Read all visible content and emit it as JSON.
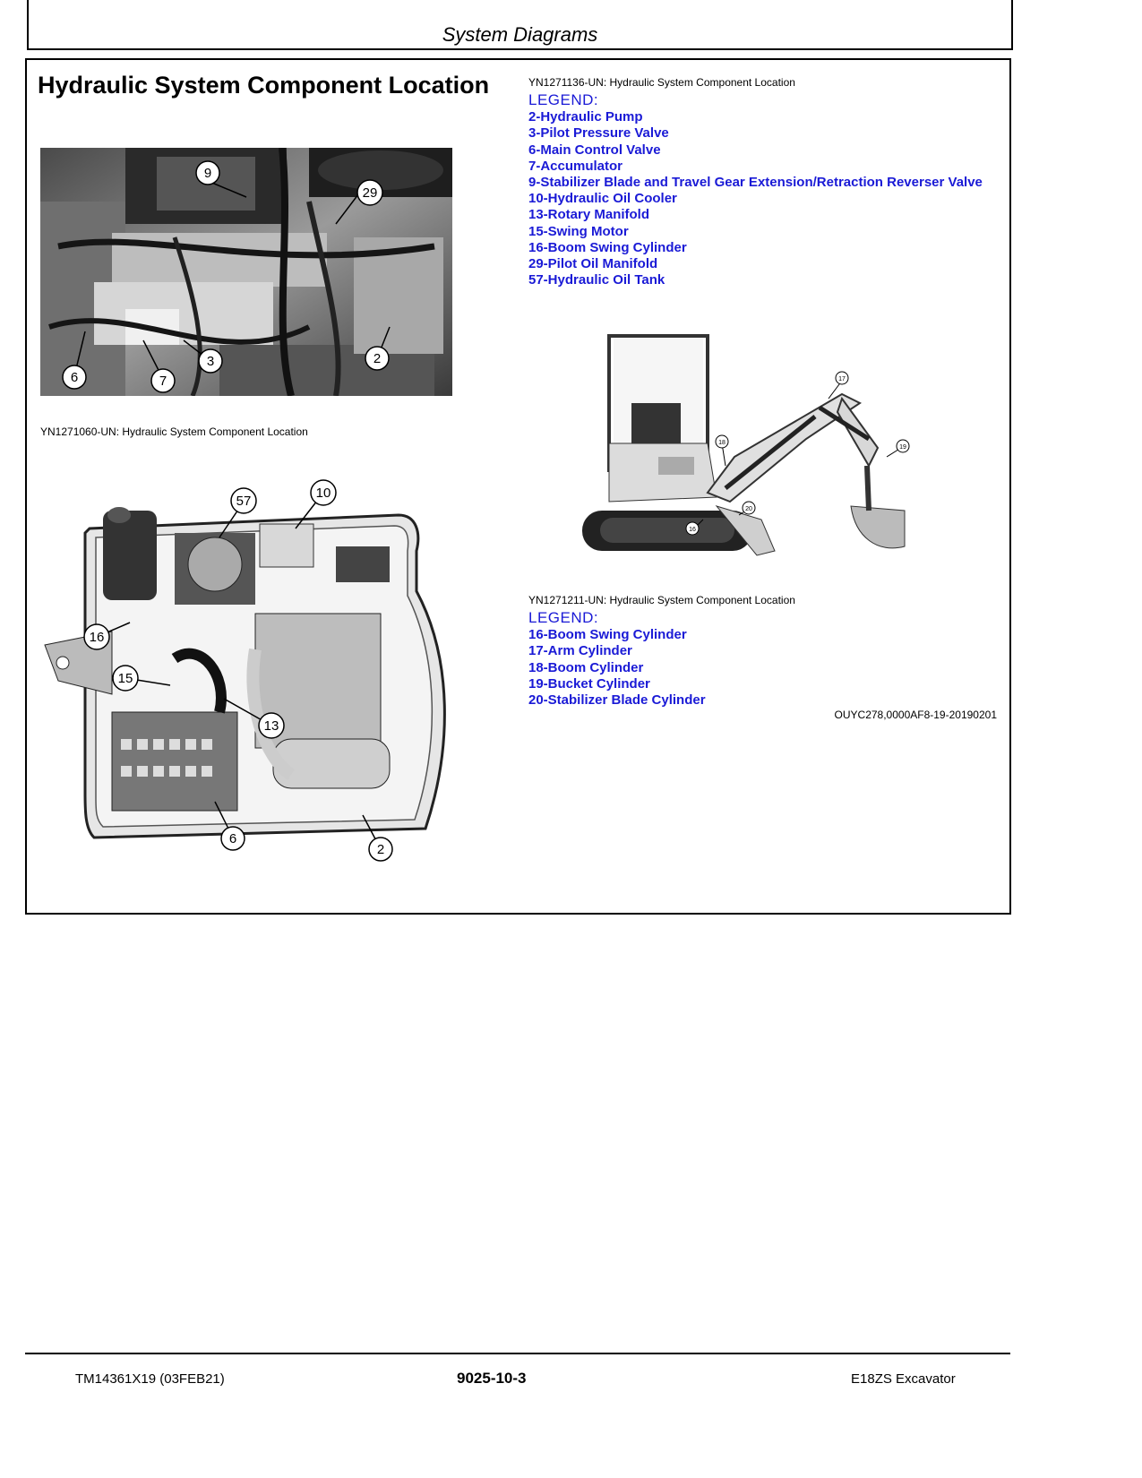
{
  "header": {
    "section_title": "System Diagrams"
  },
  "page_title": "Hydraulic System Component Location",
  "figure1": {
    "caption": "YN1271060-UN: Hydraulic System Component Location",
    "callouts": [
      "9",
      "29",
      "6",
      "7",
      "3",
      "2"
    ]
  },
  "figure2": {
    "caption": "YN1271136-UN: Hydraulic System Component Location",
    "callouts": [
      "57",
      "10",
      "16",
      "15",
      "13",
      "6",
      "2"
    ]
  },
  "legend1": {
    "heading": "LEGEND:",
    "items": [
      "2-Hydraulic Pump",
      "3-Pilot Pressure Valve",
      "6-Main Control Valve",
      "7-Accumulator",
      "9-Stabilizer Blade and Travel Gear Extension/Retraction Reverser Valve",
      "10-Hydraulic Oil Cooler",
      "13-Rotary Manifold",
      "15-Swing Motor",
      "16-Boom Swing Cylinder",
      "29-Pilot Oil Manifold",
      "57-Hydraulic Oil Tank"
    ]
  },
  "figure3": {
    "caption": "YN1271211-UN: Hydraulic System Component Location",
    "callouts": [
      "17",
      "18",
      "19",
      "20",
      "16"
    ]
  },
  "legend2": {
    "heading": "LEGEND:",
    "items": [
      "16-Boom Swing Cylinder",
      "17-Arm Cylinder",
      "18-Boom Cylinder",
      "19-Bucket Cylinder",
      "20-Stabilizer Blade Cylinder"
    ]
  },
  "reference_id": "OUYC278,0000AF8-19-20190201",
  "footer": {
    "left": "TM14361X19 (03FEB21)",
    "center": "9025-10-3",
    "right": "E18ZS Excavator"
  },
  "colors": {
    "legend_text": "#1a1ad6"
  }
}
